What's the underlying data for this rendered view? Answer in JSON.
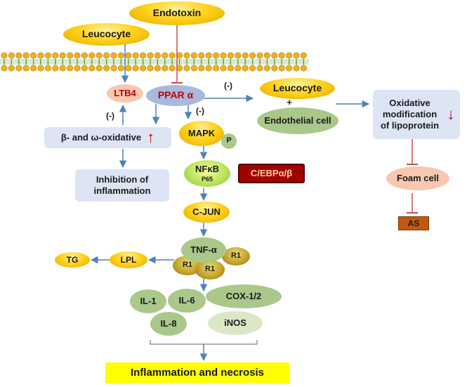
{
  "nodes": {
    "endotoxin": "Endotoxin",
    "leucocyte_top": "Leucocyte",
    "ltb4": "LTB4",
    "ppar": "PPAR α",
    "leucocyte_right": "Leucocyte",
    "plus": "+",
    "endothelial": "Endothelial cell",
    "oxidative_mod": "Oxidative modification of lipoprotein",
    "beta_omega": "β- and ω-oxidative",
    "inhibition": "Inhibition of inflammation",
    "mapk": "MAPK",
    "p": "P",
    "nfkb": "NFκB",
    "p65": "P65",
    "cebp": "C/EBPα/β",
    "foam": "Foam cell",
    "as": "AS",
    "cjun": "C-JUN",
    "tnf": "TNF-α",
    "r1_a": "R1",
    "r1_b": "R1",
    "r1_c": "R1",
    "tg": "TG",
    "lpl": "LPL",
    "il1": "IL-1",
    "il6": "IL-6",
    "il8": "IL-8",
    "cox": "COX-1/2",
    "inos": "iNOS",
    "outcome": "Inflammation and necrosis"
  },
  "labels": {
    "neg_ltb4": "(-)",
    "neg_mapk": "(-)",
    "neg_leuco": "(-)"
  },
  "indicators": {
    "up_arrow": "↑",
    "down_arrow": "↓"
  },
  "colors": {
    "arrow_blue": "#4f81bd",
    "inhibit_red": "#c0504d",
    "gold": "#ffd21a",
    "dark_red": "#a00000",
    "highlight_yellow": "#ffff00"
  }
}
